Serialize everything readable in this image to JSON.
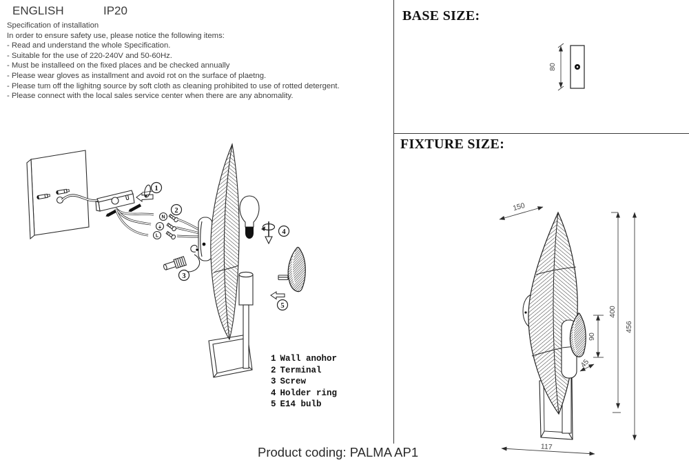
{
  "header": {
    "language": "ENGLISH",
    "ip_rating": "IP20"
  },
  "spec": {
    "title": "Specification of installation",
    "intro": "In order to ensure safety use, please notice the following items:",
    "items": [
      "- Read and understand the whole Specification.",
      "- Suitable for the use of 220-240V and 50-60Hz.",
      "- Must be installeed on the fixed places and be checked annually",
      "- Please wear gloves as installment and avoid rot on the surface of plaetng.",
      "- Please tum off the lighitng source by soft cloth as cleaning prohibited to use of rotted detergent.",
      "- Please connect with the local sales service center when there are any abnomality."
    ]
  },
  "diagram": {
    "step_labels": {
      "s1": "1",
      "s2": "2",
      "s3": "3",
      "s4": "4",
      "s5": "5"
    },
    "wire_labels": {
      "neutral": "N",
      "earth": "⏚",
      "live": "L"
    }
  },
  "parts_list": [
    {
      "num": "1",
      "label": "Wall anohor"
    },
    {
      "num": "2",
      "label": "Terminal"
    },
    {
      "num": "3",
      "label": "Screw"
    },
    {
      "num": "4",
      "label": "Holder ring"
    },
    {
      "num": "5",
      "label": "E14 bulb"
    }
  ],
  "base_size": {
    "heading": "BASE SIZE:",
    "height_dim": "80"
  },
  "fixture_size": {
    "heading": "FIXTURE SIZE:",
    "dims": {
      "top_width": "150",
      "body_height": "400",
      "total_height": "456",
      "holder_height": "90",
      "depth": "45",
      "base_width": "117"
    }
  },
  "footer": {
    "product_coding": "Product coding: PALMA AP1"
  },
  "colors": {
    "line": "#2a2a2a",
    "text": "#3a3a3a"
  }
}
